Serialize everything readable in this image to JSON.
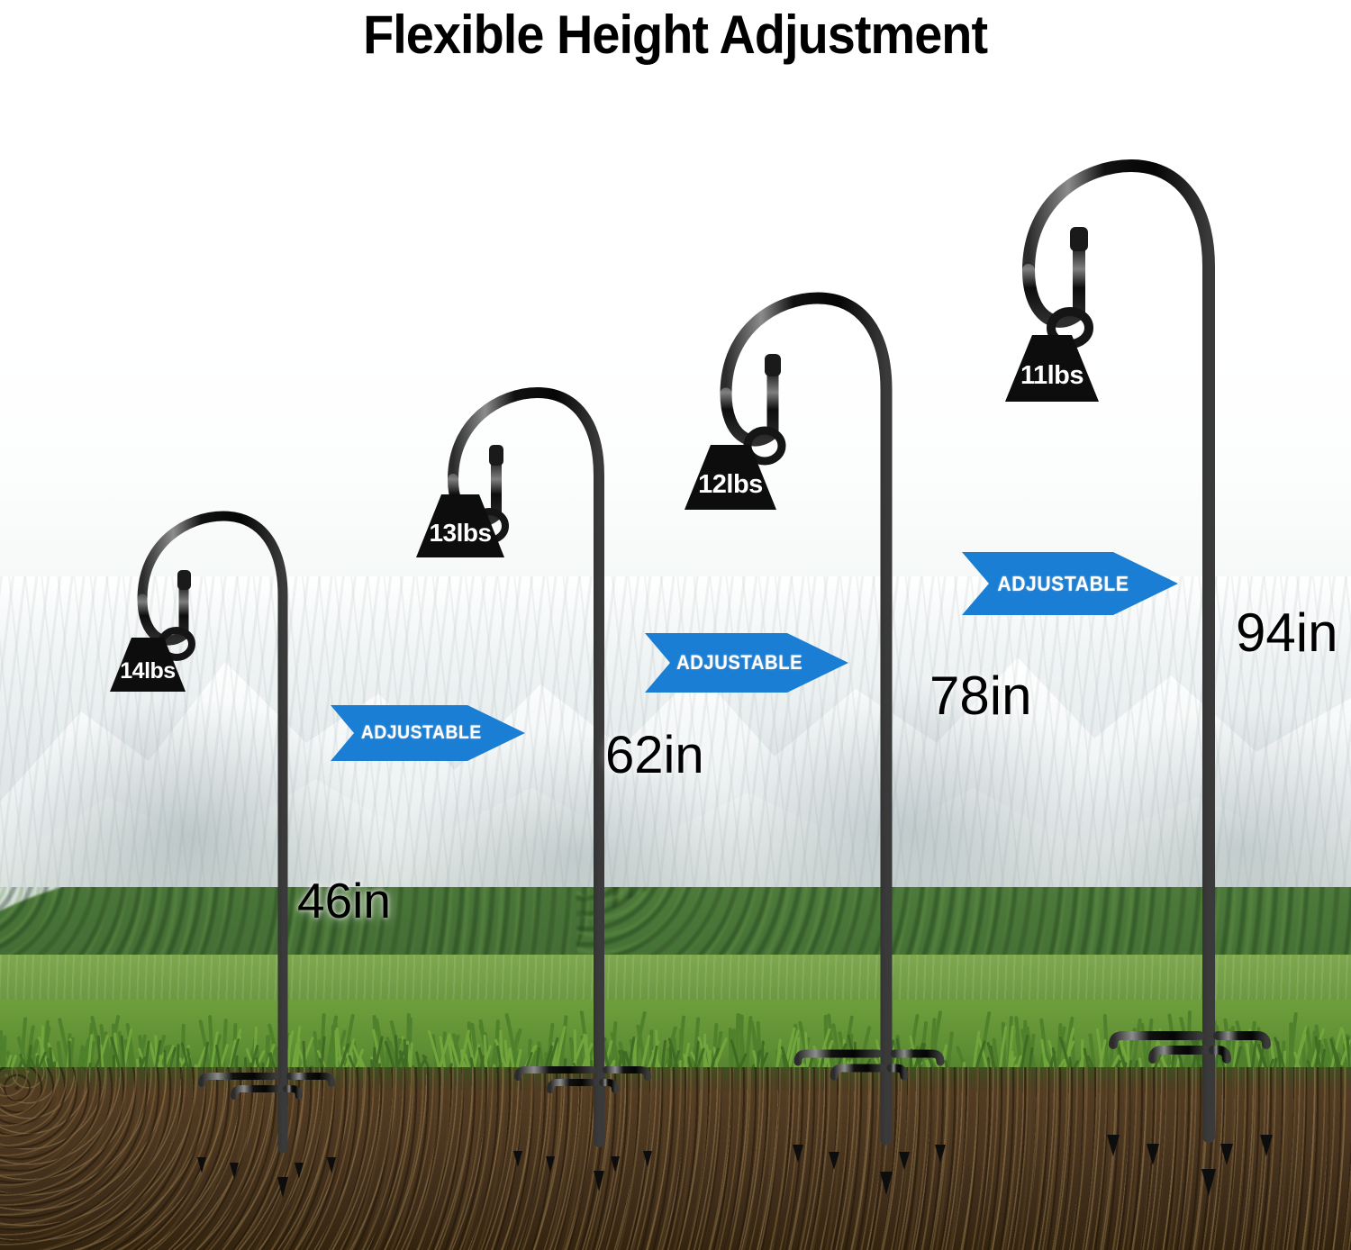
{
  "header": {
    "title": "Flexible Height Adjustment"
  },
  "scene": {
    "background_name": "mountain-meadow-soil-cross-section",
    "colors": {
      "page_background": "#ffffff",
      "title_text": "#000000",
      "arrow_blue": "#1a7fd4",
      "arrow_blue_dark": "#0f6cbd",
      "arrow_text": "#ffffff",
      "weight_tag": "#111111",
      "weight_text": "#ffffff",
      "pole_black": "#141414",
      "soil_brown": "#4a3620",
      "grass_green": "#5d8c33",
      "field_green": "#6f9a44",
      "snow_white": "#e3e9ea"
    }
  },
  "products": [
    {
      "id": "stand-1",
      "name": "shepherd-hook-46in",
      "height_label": "46in",
      "weight_label": "14lbs",
      "weight_capacity_lbs": 14,
      "height_inches": 46,
      "prongs": 5
    },
    {
      "id": "stand-2",
      "name": "shepherd-hook-62in",
      "height_label": "62in",
      "weight_label": "13lbs",
      "weight_capacity_lbs": 13,
      "height_inches": 62,
      "prongs": 5
    },
    {
      "id": "stand-3",
      "name": "shepherd-hook-78in",
      "height_label": "78in",
      "weight_label": "12lbs",
      "weight_capacity_lbs": 12,
      "height_inches": 78,
      "prongs": 5
    },
    {
      "id": "stand-4",
      "name": "shepherd-hook-94in",
      "height_label": "94in",
      "weight_label": "11lbs",
      "weight_capacity_lbs": 11,
      "height_inches": 94,
      "prongs": 5
    }
  ],
  "arrows": [
    {
      "id": "arrow-1",
      "label": "ADJUSTABLE",
      "from": "46in",
      "to": "62in"
    },
    {
      "id": "arrow-2",
      "label": "ADJUSTABLE",
      "from": "62in",
      "to": "78in"
    },
    {
      "id": "arrow-3",
      "label": "ADJUSTABLE",
      "from": "78in",
      "to": "94in"
    }
  ]
}
